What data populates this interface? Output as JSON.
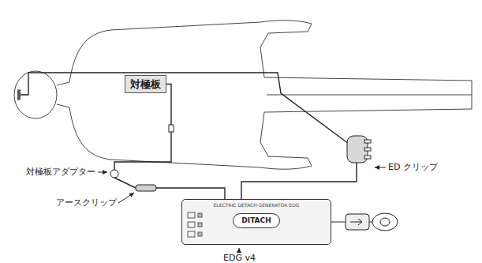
{
  "diagram": {
    "nodes": [
      {
        "text": [
          "対極板"
        ]
      },
      {
        "text": [
          "ELECTRIC DETACH GENERATOR EDG",
          "DITACH"
        ]
      }
    ],
    "edges": [
      {
        "from": 0,
        "to": 1,
        "arrow": "none"
      }
    ],
    "labels": [
      "対極板アダプター",
      "アースクリップ",
      "ED クリップ",
      "EDG v4"
    ]
  }
}
